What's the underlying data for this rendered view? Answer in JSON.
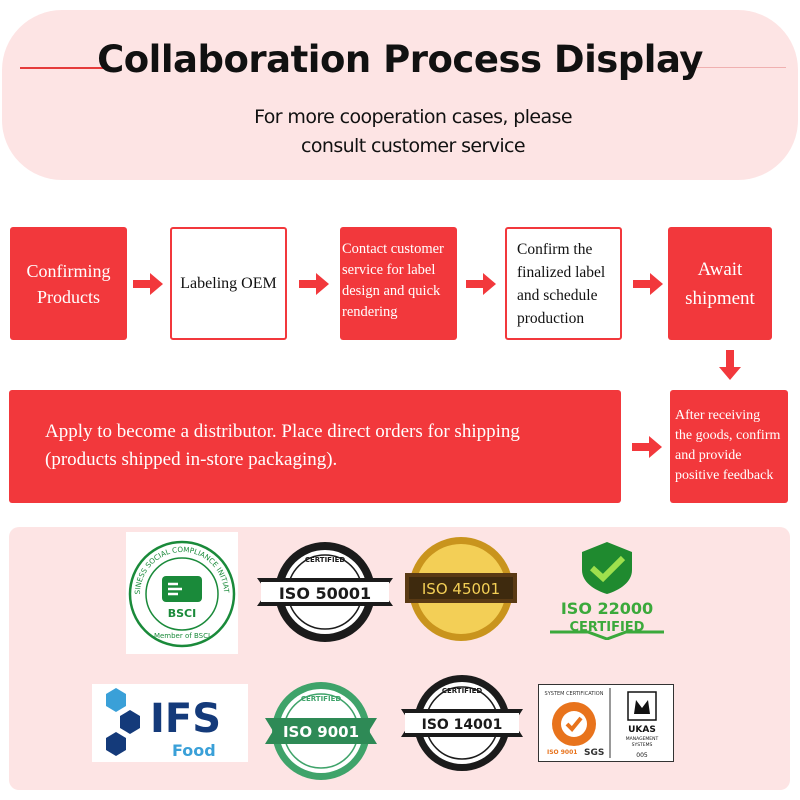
{
  "header": {
    "title": "Collaboration Process Display",
    "subtitle_line1": "For more cooperation cases, please",
    "subtitle_line2": "consult customer service"
  },
  "process": {
    "steps": [
      {
        "lines": [
          "Confirming",
          "Products"
        ]
      },
      {
        "lines": [
          "Labeling OEM"
        ]
      },
      {
        "lines": [
          "Contact customer",
          "service for label",
          "design and quick",
          "rendering"
        ]
      },
      {
        "lines": [
          "Confirm the",
          "finalized label",
          "and schedule",
          "production"
        ]
      },
      {
        "lines": [
          "Await",
          "shipment"
        ]
      },
      {
        "lines": [
          "After receiving",
          "the goods, confirm",
          "and provide",
          "positive feedback"
        ]
      }
    ],
    "distributor": {
      "line1": "Apply to become a distributor. Place direct orders for shipping",
      "line2": "(products shipped in-store packaging)."
    }
  },
  "colors": {
    "accent_red": "#f2383c",
    "panel_pink": "#fde4e4"
  },
  "certifications": {
    "bsci": {
      "ring_text": "BUSINESS SOCIAL COMPLIANCE INITIATIVE",
      "center": "BSCI",
      "bottom": "Member of BSCI"
    },
    "iso50001": {
      "label": "ISO 50001",
      "ring": "CERTIFIED"
    },
    "iso45001": {
      "label": "ISO 45001"
    },
    "iso22000": {
      "label": "ISO 22000",
      "sub": "CERTIFIED"
    },
    "ifs": {
      "label": "IFS",
      "sub": "Food"
    },
    "iso9001": {
      "label": "ISO 9001",
      "ring": "CERTIFIED"
    },
    "iso14001": {
      "label": "ISO 14001",
      "ring": "CERTIFIED"
    },
    "sgs": {
      "top": "SYSTEM CERTIFICATION",
      "iso": "ISO 9001",
      "name": "SGS",
      "ukas": "UKAS",
      "ukas_sub1": "MANAGEMENT",
      "ukas_sub2": "SYSTEMS",
      "code": "005"
    }
  }
}
